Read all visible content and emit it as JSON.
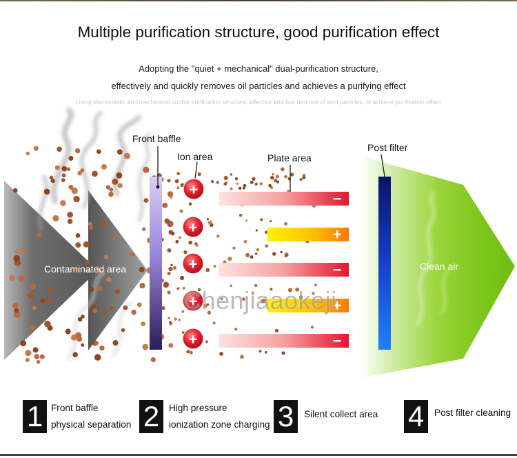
{
  "title": "Multiple purification structure, good purification effect",
  "subtitle": {
    "line1": "Adopting the \"quiet + mechanical\" dual-purification structure,",
    "line2": "effectively and quickly removes oil particles and achieves a purifying effect",
    "faint": "Using electrostatic and mechanical double purification structure, effective and fast removal of soot particles, to achieve purification effect"
  },
  "diagram": {
    "front_baffle_label": "Front baffle",
    "ion_area_label": "Ion area",
    "plate_area_label": "Plate area",
    "post_filter_label": "Post filter",
    "contaminated_label": "Contaminated area",
    "clean_air_label": "Clean air"
  },
  "ion_area": {
    "charges": [
      "+",
      "+",
      "+",
      "+",
      "+"
    ]
  },
  "plate_area": {
    "plates": [
      {
        "symbol": "−"
      },
      {
        "symbol": "+"
      },
      {
        "symbol": "−"
      },
      {
        "symbol": "+"
      },
      {
        "symbol": "−"
      }
    ]
  },
  "watermark": "Chenjiaaokeji",
  "steps": [
    {
      "number": "1",
      "lines": [
        "Front baffle",
        "physical separation"
      ]
    },
    {
      "number": "2",
      "lines": [
        "High pressure",
        "ionization zone charging"
      ]
    },
    {
      "number": "3",
      "lines": [
        "Silent collect area"
      ]
    },
    {
      "number": "4",
      "lines": [
        "Post filter cleaning"
      ]
    }
  ],
  "colors": {
    "front_baffle": "#2a1d5a",
    "ion_charge": "#e8202c",
    "negative_plate": "#e3162d",
    "positive_plate": "#ff7800",
    "post_filter": "#1f80ff",
    "clean_air": "#7cc61a",
    "particle": "#a3532e",
    "step_box": "#111111"
  }
}
